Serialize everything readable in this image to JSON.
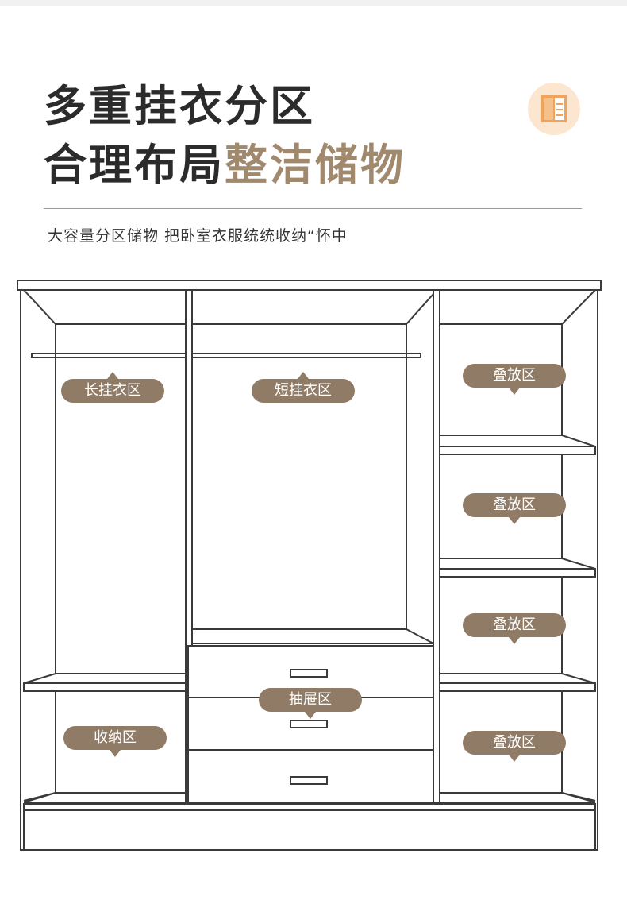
{
  "headline": {
    "line1": "多重挂衣分区",
    "line2_plain": "合理布局",
    "line2_accent": "整洁储物"
  },
  "subtitle": "大容量分区储物 把卧室衣服统统收纳“怀中",
  "icon": "wardrobe-icon",
  "colors": {
    "accent": "#a0896c",
    "tag": "#8f7b66",
    "icon_bg": "#fde6cf",
    "icon_fg": "#f0a35a"
  },
  "zones": {
    "long_hang": "长挂衣区",
    "short_hang": "短挂衣区",
    "fold_1": "叠放区",
    "fold_2": "叠放区",
    "fold_3": "叠放区",
    "fold_4": "叠放区",
    "drawer": "抽屉区",
    "storage": "收纳区"
  }
}
